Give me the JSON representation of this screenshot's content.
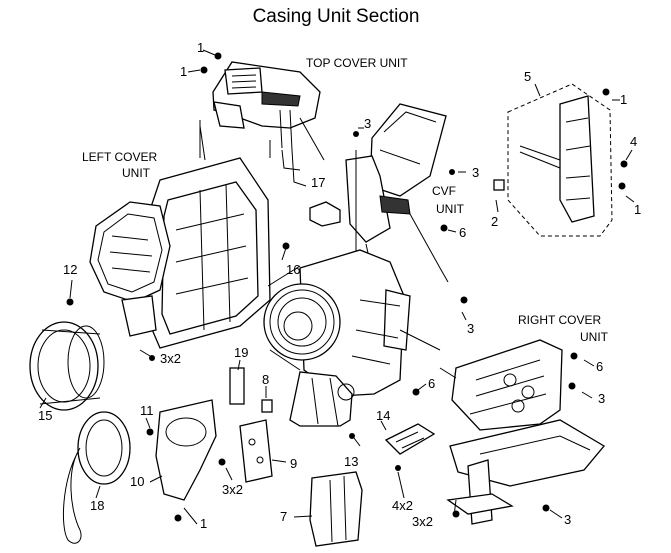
{
  "title": "Casing Unit Section",
  "units": {
    "top_cover": "TOP COVER UNIT",
    "left_cover_1": "LEFT COVER",
    "left_cover_2": "UNIT",
    "cvf_1": "CVF",
    "cvf_2": "UNIT",
    "right_cover_1": "RIGHT COVER",
    "right_cover_2": "UNIT"
  },
  "callouts": [
    {
      "id": "c1a",
      "text": "1"
    },
    {
      "id": "c1b",
      "text": "1"
    },
    {
      "id": "c5",
      "text": "5"
    },
    {
      "id": "c1c",
      "text": "1"
    },
    {
      "id": "c3a",
      "text": "3"
    },
    {
      "id": "c4",
      "text": "4"
    },
    {
      "id": "c3b",
      "text": "3"
    },
    {
      "id": "c1d",
      "text": "1"
    },
    {
      "id": "c17",
      "text": "17"
    },
    {
      "id": "c2",
      "text": "2"
    },
    {
      "id": "c6a",
      "text": "6"
    },
    {
      "id": "c12",
      "text": "12"
    },
    {
      "id": "c16",
      "text": "16"
    },
    {
      "id": "c3c",
      "text": "3"
    },
    {
      "id": "c3x2a",
      "text": "3x2"
    },
    {
      "id": "c19",
      "text": "19"
    },
    {
      "id": "c8",
      "text": "8"
    },
    {
      "id": "c6b",
      "text": "6"
    },
    {
      "id": "c6c",
      "text": "6"
    },
    {
      "id": "c3d",
      "text": "3"
    },
    {
      "id": "c15",
      "text": "15"
    },
    {
      "id": "c11",
      "text": "11"
    },
    {
      "id": "c14",
      "text": "14"
    },
    {
      "id": "c13",
      "text": "13"
    },
    {
      "id": "c9",
      "text": "9"
    },
    {
      "id": "c10",
      "text": "10"
    },
    {
      "id": "c18",
      "text": "18"
    },
    {
      "id": "c3x2b",
      "text": "3x2"
    },
    {
      "id": "c4x2",
      "text": "4x2"
    },
    {
      "id": "c1e",
      "text": "1"
    },
    {
      "id": "c7",
      "text": "7"
    },
    {
      "id": "c3x2c",
      "text": "3x2"
    },
    {
      "id": "c3e",
      "text": "3"
    }
  ]
}
